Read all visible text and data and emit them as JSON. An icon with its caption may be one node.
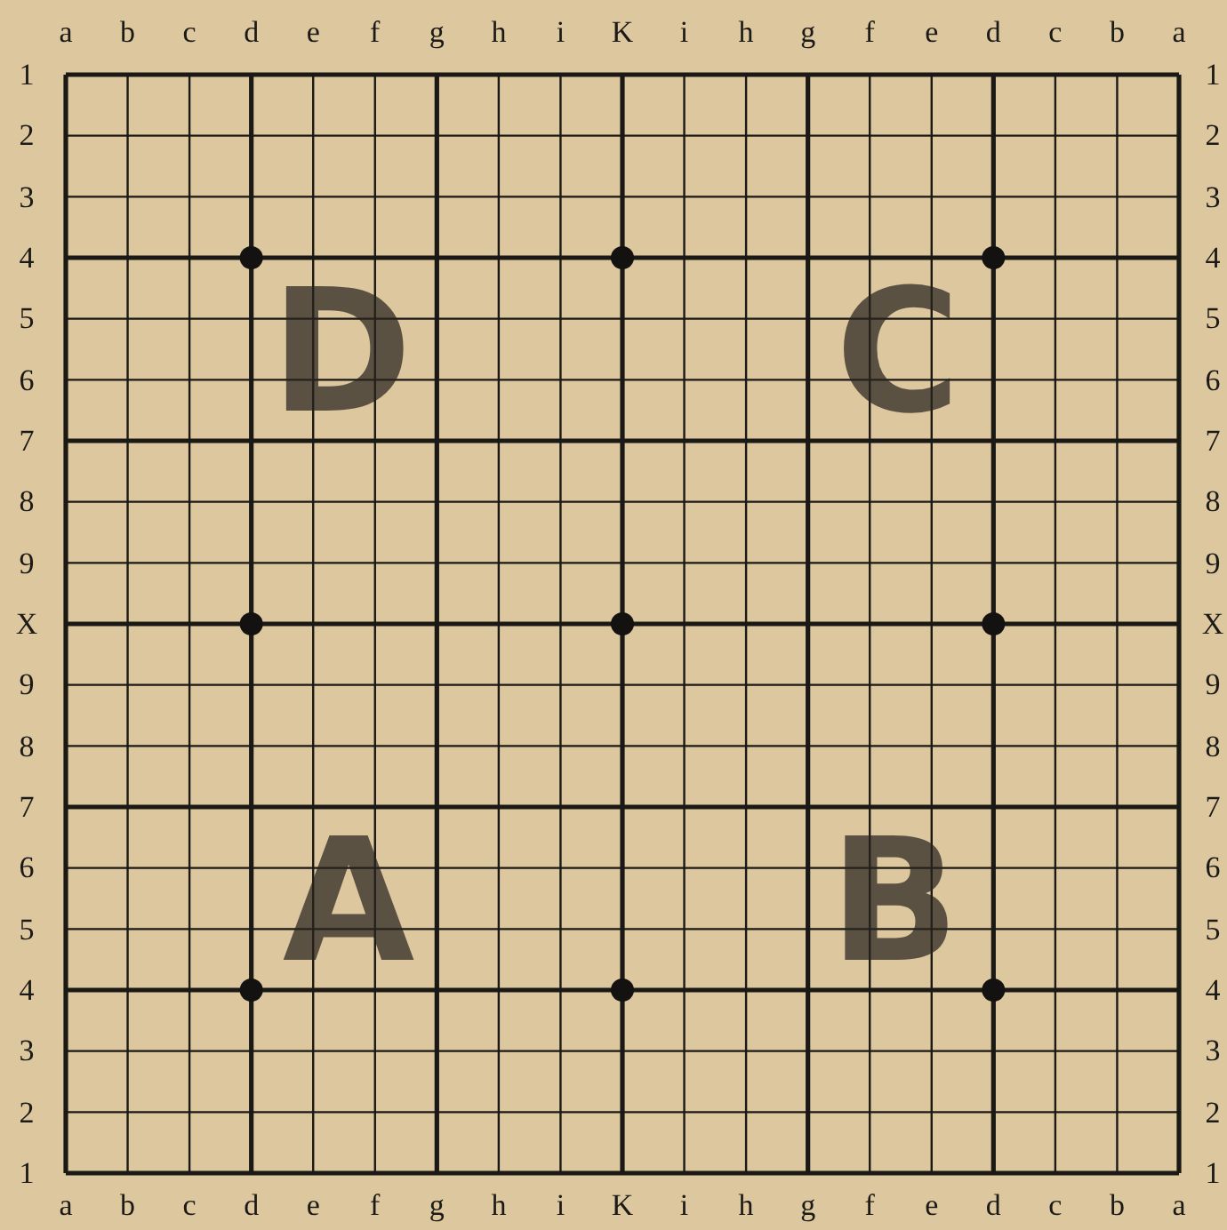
{
  "diagram": {
    "labels": [
      "a",
      "b",
      "c",
      "d",
      "e",
      "f",
      "g",
      "h",
      "i",
      "K",
      "i",
      "h",
      "g",
      "f",
      "e",
      "d",
      "c",
      "b",
      "a",
      "1",
      "1",
      "2",
      "2",
      "3",
      "3",
      "4",
      "4",
      "5",
      "5",
      "6",
      "6",
      "7",
      "7",
      "8",
      "8",
      "9",
      "9",
      "X",
      "X",
      "9",
      "9",
      "8",
      "8",
      "7",
      "7",
      "6",
      "6",
      "5",
      "5",
      "4",
      "4",
      "3",
      "3",
      "2",
      "2",
      "1",
      "1",
      "D",
      "C",
      "A",
      "B",
      "a",
      "b",
      "c",
      "d",
      "e",
      "f",
      "g",
      "h",
      "i",
      "K",
      "i",
      "h",
      "g",
      "f",
      "e",
      "d",
      "c",
      "b",
      "a"
    ]
  }
}
